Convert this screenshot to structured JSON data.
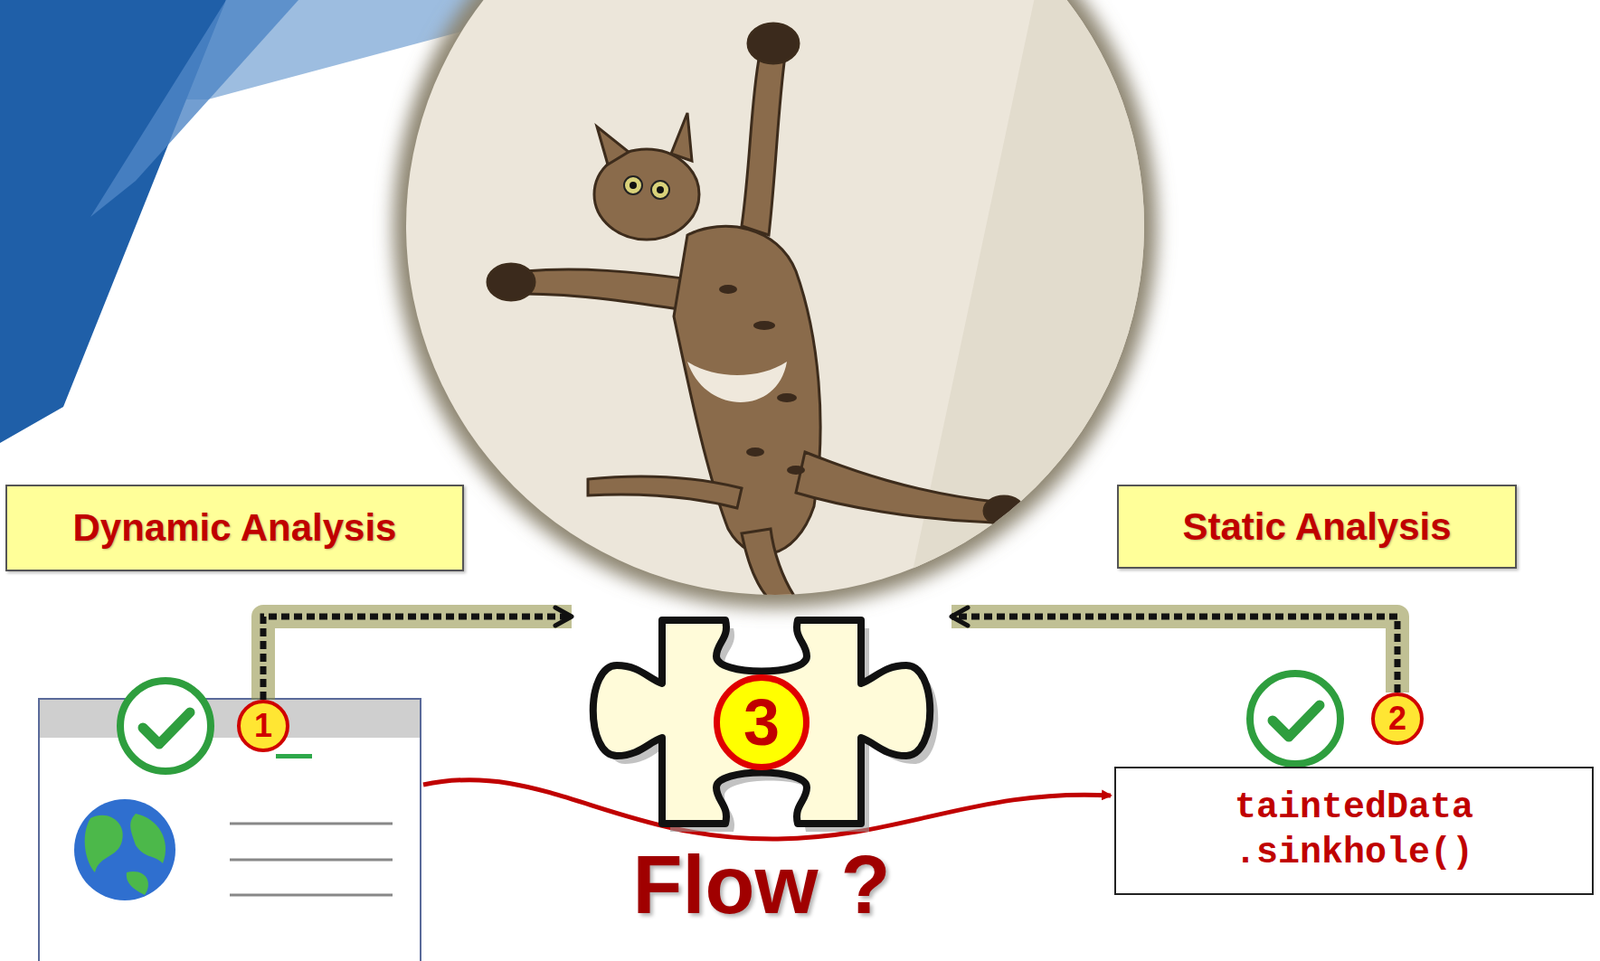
{
  "diagram": {
    "nodes": [
      {
        "text": [
          "Dynamic Analysis"
        ]
      },
      {
        "text": [
          "1"
        ]
      },
      {
        "text": [
          "3",
          "Flow ?"
        ]
      },
      {
        "text": [
          "Static Analysis"
        ]
      },
      {
        "text": [
          "2"
        ]
      },
      {
        "text": [
          "taintedData .sinkhole()"
        ]
      }
    ],
    "edges": [
      {
        "from": 1,
        "to": 2,
        "arrow": "to"
      },
      {
        "from": 4,
        "to": 2,
        "arrow": "to"
      }
    ]
  }
}
